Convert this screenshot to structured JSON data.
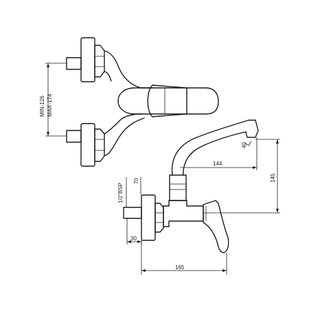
{
  "dimensions": {
    "min": "MIN-126",
    "max": "MAX-174",
    "d144": "144",
    "d145": "145",
    "d70": "70",
    "bsp": "1/2\"BSP",
    "d30": "30",
    "d165": "165",
    "d40": "40"
  }
}
